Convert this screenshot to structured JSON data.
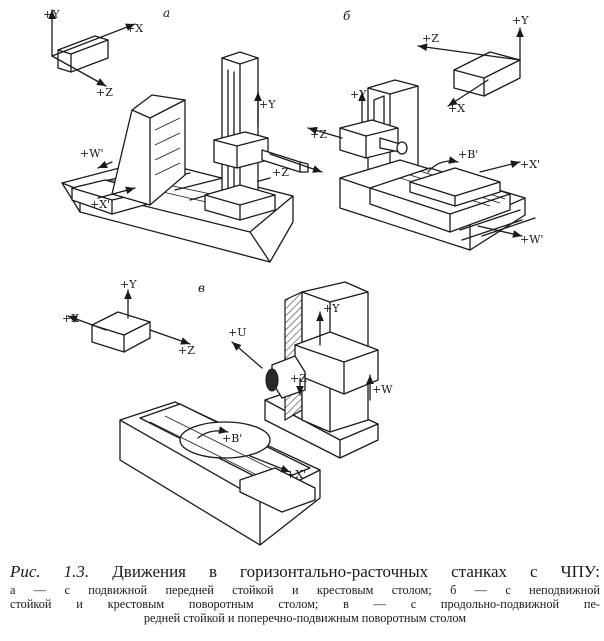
{
  "figure": {
    "panel_labels": {
      "a": "а",
      "b": "б",
      "v": "в"
    },
    "axes_a": {
      "y": "+Y",
      "x": "+X",
      "z": "+Z"
    },
    "axes_b": {
      "y": "+Y",
      "x": "+X",
      "z": "+Z"
    },
    "axes_v": {
      "y": "+Y",
      "x": "+X",
      "z": "+Z"
    },
    "machine_a": {
      "w": "+W'",
      "y": "+Y",
      "z": "+Z",
      "x": "+X'"
    },
    "machine_b": {
      "y": "+Y",
      "z": "+Z",
      "b": "+B'",
      "x": "+X'",
      "w": "+W'"
    },
    "machine_v": {
      "u": "+U",
      "y": "+Y",
      "z": "+Z",
      "w": "+W",
      "b": "+B'",
      "x": "+X'"
    }
  },
  "caption": {
    "label": "Рис. 1.3.",
    "title": "Движения в горизонтально-расточных станках с ЧПУ:",
    "lines": [
      "а — с подвижной передней стойкой и крестовым столом; б — с неподвижной",
      "стойкой и крестовым поворотным столом; в — с продольно-подвижной пе-",
      "редней стойкой и поперечно-подвижным поворотным столом"
    ]
  }
}
